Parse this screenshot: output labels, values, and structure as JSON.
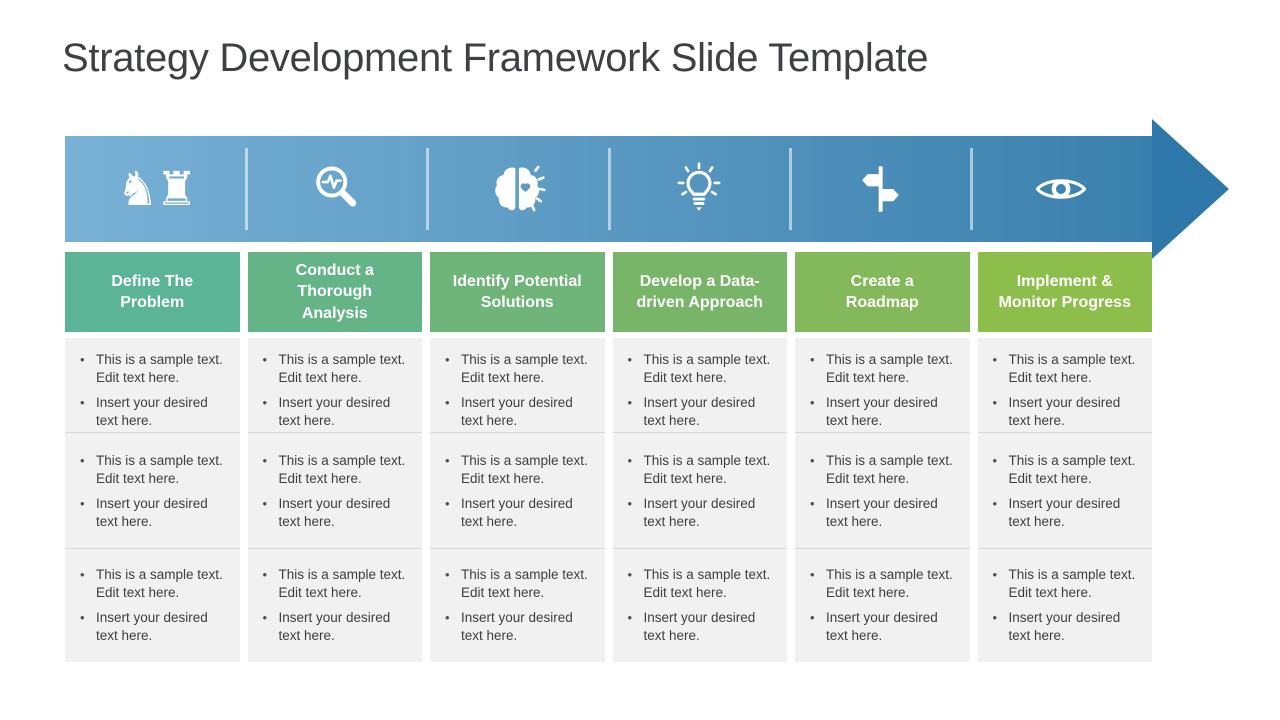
{
  "slide": {
    "title": "Strategy Development Framework Slide Template"
  },
  "banner": {
    "icons": [
      {
        "name": "chess-pieces-icon",
        "glyph": "♞♜"
      },
      {
        "name": "magnifier-pulse-icon"
      },
      {
        "name": "brain-icon"
      },
      {
        "name": "lightbulb-icon"
      },
      {
        "name": "signpost-icon"
      },
      {
        "name": "eye-icon"
      }
    ]
  },
  "colors": {
    "banner_gradient_start": "#79b1d6",
    "banner_gradient_end": "#3a80ad",
    "arrowhead": "#2e78a9",
    "panel_bg": "#f1f1f2",
    "header_greens": [
      "#5bb496",
      "#65b487",
      "#6fb478",
      "#79b569",
      "#83b95a",
      "#8dbd4b"
    ],
    "title_text": "#3e4044",
    "body_text": "#3e3e3e"
  },
  "columns": [
    {
      "header": "Define The\nProblem",
      "header_color": "#5bb496",
      "blocks": [
        {
          "bullets": [
            "This is a sample text. Edit text here.",
            "Insert your desired text here."
          ]
        },
        {
          "bullets": [
            "This is a sample text. Edit text here.",
            "Insert your desired text here."
          ]
        },
        {
          "bullets": [
            "This is a sample text. Edit text here.",
            "Insert your desired text here."
          ]
        }
      ]
    },
    {
      "header": "Conduct a\nThorough\nAnalysis",
      "header_color": "#65b487",
      "blocks": [
        {
          "bullets": [
            "This is a sample text. Edit text here.",
            "Insert your desired text here."
          ]
        },
        {
          "bullets": [
            "This is a sample text. Edit text here.",
            "Insert your desired text here."
          ]
        },
        {
          "bullets": [
            "This is a sample text. Edit text here.",
            "Insert your desired text here."
          ]
        }
      ]
    },
    {
      "header": "Identify Potential\nSolutions",
      "header_color": "#6fb478",
      "blocks": [
        {
          "bullets": [
            "This is a sample text. Edit text here.",
            "Insert your desired text here."
          ]
        },
        {
          "bullets": [
            "This is a sample text. Edit text here.",
            "Insert your desired text here."
          ]
        },
        {
          "bullets": [
            "This is a sample text. Edit text here.",
            "Insert your desired text here."
          ]
        }
      ]
    },
    {
      "header": "Develop a Data-\ndriven Approach",
      "header_color": "#79b569",
      "blocks": [
        {
          "bullets": [
            "This is a sample text. Edit text here.",
            "Insert your desired text here."
          ]
        },
        {
          "bullets": [
            "This is a sample text. Edit text here.",
            "Insert your desired text here."
          ]
        },
        {
          "bullets": [
            "This is a sample text. Edit text here.",
            "Insert your desired text here."
          ]
        }
      ]
    },
    {
      "header": "Create a\nRoadmap",
      "header_color": "#83b95a",
      "blocks": [
        {
          "bullets": [
            "This is a sample text. Edit text here.",
            "Insert your desired text here."
          ]
        },
        {
          "bullets": [
            "This is a sample text. Edit text here.",
            "Insert your desired text here."
          ]
        },
        {
          "bullets": [
            "This is a sample text. Edit text here.",
            "Insert your desired text here."
          ]
        }
      ]
    },
    {
      "header": "Implement &\nMonitor Progress",
      "header_color": "#8dbd4b",
      "blocks": [
        {
          "bullets": [
            "This is a sample text. Edit text here.",
            "Insert your desired text here."
          ]
        },
        {
          "bullets": [
            "This is a sample text. Edit text here.",
            "Insert your desired text here."
          ]
        },
        {
          "bullets": [
            "This is a sample text. Edit text here.",
            "Insert your desired text here."
          ]
        }
      ]
    }
  ]
}
